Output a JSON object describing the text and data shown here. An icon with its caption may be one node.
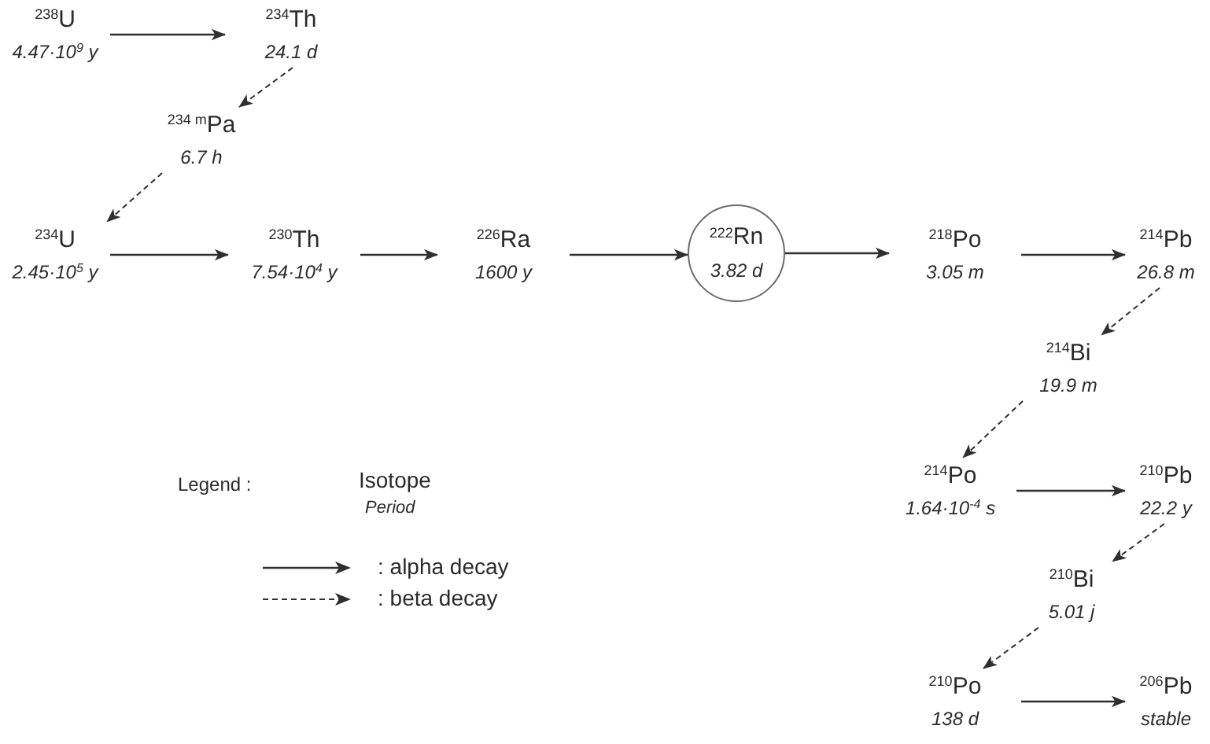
{
  "diagram": {
    "nodes": [
      {
        "text": [
          "$^{238}$U",
          "4.47·10$^{9}$ y"
        ]
      },
      {
        "text": [
          "$^{234}$Th",
          "24.1 d"
        ]
      },
      {
        "text": [
          "$^{234 m}$Pa",
          "6.7 h"
        ]
      },
      {
        "text": [
          "$^{234}$U",
          "2.45·10$^{5}$ y"
        ]
      },
      {
        "text": [
          "$^{230}$Th",
          "7.54·10$^{4}$ y"
        ]
      },
      {
        "text": [
          "$^{226}$Ra",
          "1600 y"
        ]
      },
      {
        "text": [
          "$^{222}$Rn",
          "3.82 d"
        ]
      },
      {
        "text": [
          "$^{218}$Po",
          "3.05 m"
        ]
      },
      {
        "text": [
          "$^{214}$Pb",
          "26.8 m"
        ]
      },
      {
        "text": [
          "$^{214}$Bi",
          "19.9 m"
        ]
      },
      {
        "text": [
          "$^{214}$Po",
          "1.64·10$^{-4}$ s"
        ]
      },
      {
        "text": [
          "$^{210}$Pb",
          "22.2 y"
        ]
      },
      {
        "text": [
          "$^{210}$Bi",
          "5.01 j"
        ]
      },
      {
        "text": [
          "$^{210}$Po",
          "138 d"
        ]
      },
      {
        "text": [
          "$^{206}$Pb",
          "stable"
        ]
      }
    ],
    "edges": [
      {
        "from": 0,
        "to": 1,
        "arrow": "to"
      },
      {
        "from": 1,
        "to": 2,
        "arrow": "to",
        "style": "dashed"
      },
      {
        "from": 2,
        "to": 3,
        "arrow": "to",
        "style": "dashed"
      },
      {
        "from": 3,
        "to": 4,
        "arrow": "to"
      },
      {
        "from": 4,
        "to": 5,
        "arrow": "to"
      },
      {
        "from": 5,
        "to": 6,
        "arrow": "to"
      },
      {
        "from": 6,
        "to": 7,
        "arrow": "to"
      },
      {
        "from": 7,
        "to": 8,
        "arrow": "to"
      },
      {
        "from": 8,
        "to": 9,
        "arrow": "to",
        "style": "dashed"
      },
      {
        "from": 9,
        "to": 10,
        "arrow": "to",
        "style": "dashed"
      },
      {
        "from": 10,
        "to": 11,
        "arrow": "to"
      },
      {
        "from": 11,
        "to": 12,
        "arrow": "to",
        "style": "dashed"
      },
      {
        "from": 12,
        "to": 13,
        "arrow": "to",
        "style": "dashed"
      },
      {
        "from": 13,
        "to": 14,
        "arrow": "to"
      }
    ],
    "labels": [
      "Legend :",
      "Isotope",
      "Period"
    ],
    "legend": [
      {
        "text": ": alpha decay"
      },
      {
        "text": ": beta decay"
      }
    ]
  }
}
